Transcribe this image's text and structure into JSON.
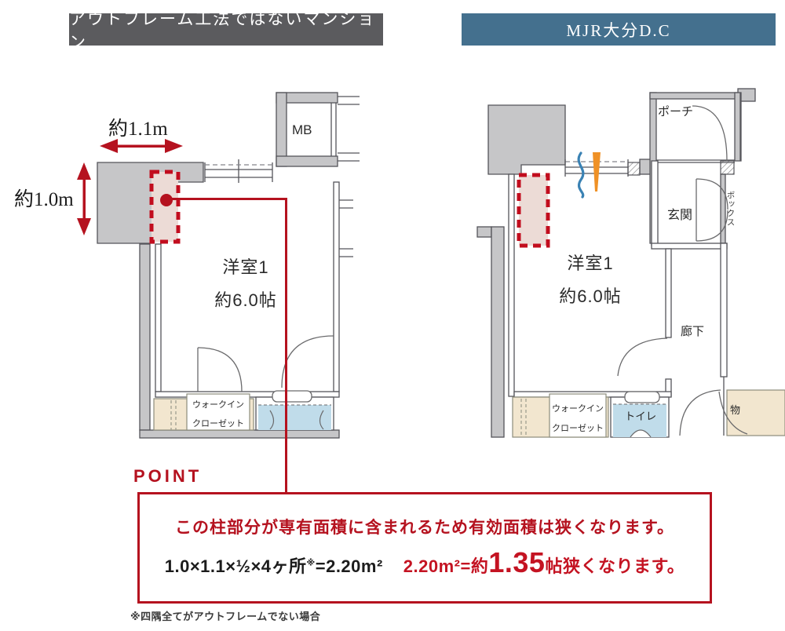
{
  "headers": {
    "left": "アウトフレーム工法ではないマンション",
    "right": "MJR大分D.C"
  },
  "left_plan": {
    "dim_width": "約1.1m",
    "dim_height": "約1.0m",
    "mb": "MB",
    "room": "洋室1",
    "room_size": "約6.0帖",
    "closet_line1": "ウォークイン",
    "closet_line2": "クローゼット"
  },
  "right_plan": {
    "porch": "ポーチ",
    "entrance": "玄関",
    "box": "ボックス",
    "room": "洋室1",
    "room_size": "約6.0帖",
    "corridor": "廊下",
    "closet_line1": "ウォークイン",
    "closet_line2": "クローゼット",
    "toilet": "トイレ",
    "storage": "物"
  },
  "point": {
    "label": "POINT",
    "line1": "この柱部分が専有面積に含まれるため有効面積は狭くなります。",
    "formula_black": "1.0×1.1×½×4ヶ所",
    "formula_note": "※",
    "formula_black_eq": "=2.20m²",
    "formula_red_pre": "2.20m²=約",
    "formula_red_big": "1.35",
    "formula_red_post": "帖狭くなります。"
  },
  "footnote": "※四隅全てがアウトフレームでない場合",
  "colors": {
    "header_left_bg": "#5b5b5e",
    "header_right_bg": "#44708e",
    "accent_red": "#b5121f",
    "pillar_dash_red": "#c20d1e",
    "pillar_pink": "#ecdbd6",
    "wall_gray": "#c6c6c8",
    "closet_beige": "#f2e6cf",
    "bath_blue": "#c0dcea",
    "airflow_blue": "#3a82b4",
    "airflow_orange": "#ef9126"
  }
}
